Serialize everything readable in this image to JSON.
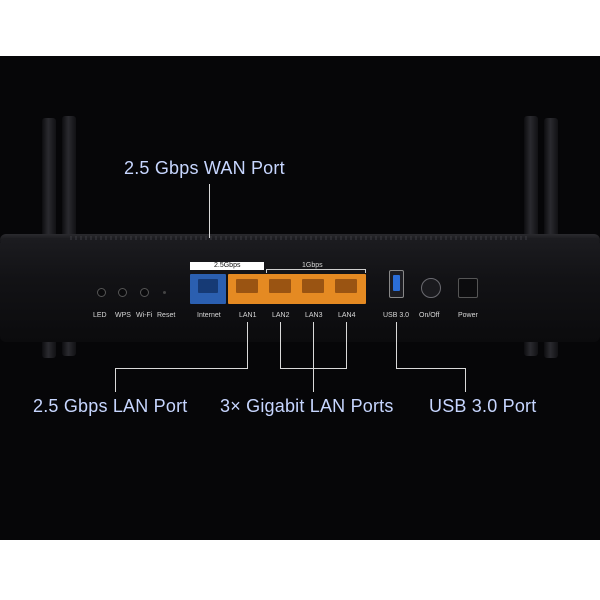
{
  "callouts": {
    "wan": "2.5 Gbps WAN Port",
    "lan25": "2.5 Gbps LAN Port",
    "gigabit": "3× Gigabit LAN Ports",
    "usb": "USB 3.0 Port"
  },
  "panel_labels": {
    "led": "LED",
    "wps": "WPS",
    "wifi": "Wi-Fi",
    "reset": "Reset",
    "internet": "Internet",
    "lan1": "LAN1",
    "lan2": "LAN2",
    "lan3": "LAN3",
    "lan4": "LAN4",
    "usb": "USB 3.0",
    "onoff": "On/Off",
    "power": "Power"
  },
  "speed_labels": {
    "fast": "2.5Gbps",
    "gigabit": "1Gbps"
  },
  "colors": {
    "background": "#060608",
    "callout_text": "#c7d6ff",
    "port_blue": "#2b5fb0",
    "port_orange": "#e58a22",
    "usb_blue": "#2b6ed8"
  }
}
